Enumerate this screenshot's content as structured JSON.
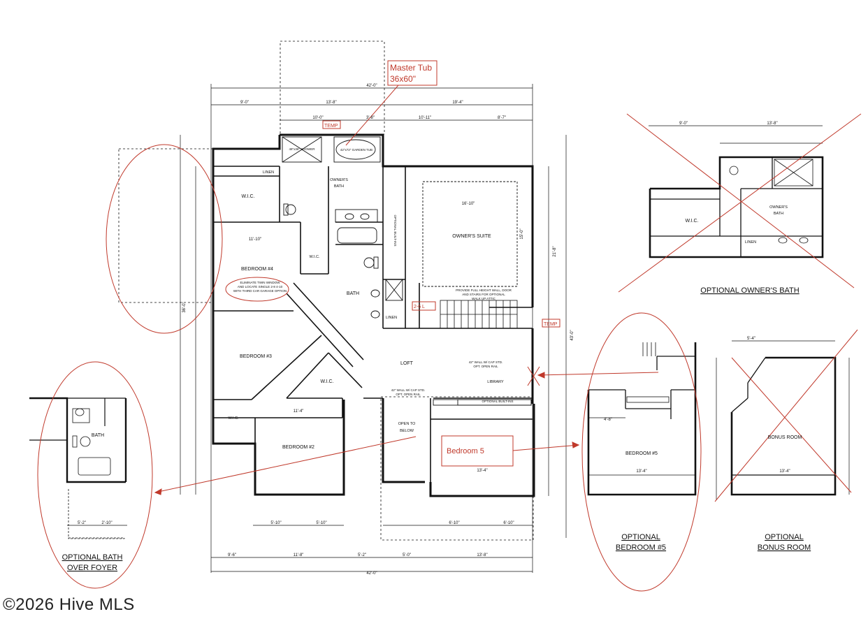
{
  "annotations": {
    "master_tub_line1": "Master Tub",
    "master_tub_line2": "36x60\"",
    "bedroom5_box": "Bedroom 5",
    "temp_a": "TEMP",
    "temp_b": "TEMP",
    "label_26": "2-6 L"
  },
  "main_plan": {
    "rooms": {
      "owners_suite": "OWNER'S SUITE",
      "owners_bath_1": "OWNER'S",
      "owners_bath_2": "BATH",
      "wic_top": "W.I.C.",
      "wic_mid": "W.I.C.",
      "wic_angle": "W.I.C.",
      "wic_low": "W.I.C.",
      "linen_top": "LINEN",
      "linen_mid": "LINEN",
      "bedroom4": "BEDROOM #4",
      "bedroom3": "BEDROOM #3",
      "bedroom2": "BEDROOM #2",
      "bath": "BATH",
      "loft": "LOFT",
      "library": "LIBRARY",
      "open_to_1": "OPEN TO",
      "open_to_2": "BELOW"
    },
    "notes": {
      "window_note_1": "ELIMINATE TWIN WINDOW",
      "window_note_2": "AND LOCATE SINGLE 2-8 4-10",
      "window_note_3": "WITH THIRD CAR GARAGE OPTION",
      "attic_note_1": "PROVIDE FULL HEIGHT WALL, DOOR",
      "attic_note_2": "AND STAIRS FOR OPTIONAL",
      "attic_note_3": "WALK UP ATTIC",
      "rail_note_1": "42\" WALL W/ CAP STD.",
      "rail_note_2": "OPT. OPEN RAIL",
      "rail_note_3": "42\" WALL W/ CAP STD.",
      "rail_note_4": "OPT. OPEN RAIL",
      "shelves": "OPTIONAL BUILT-INS",
      "shelves_2": "OPTIONAL BUILT-INS",
      "shower": "48\"x36\" SHOWER",
      "garden_tub": "42\"x72\" GARDEN TUB"
    },
    "dims": {
      "top_overall": "42'-0\"",
      "top_left": "9'-0\"",
      "top_mid": "13'-8\"",
      "top_right": "19'-4\"",
      "top2_a": "10'-0\"",
      "top2_b": "3'-8\"",
      "top2_c": "10'-11\"",
      "top2_d": "8'-7\"",
      "bottom_overall": "42'-0\"",
      "bot_a": "9'-6\"",
      "bot_b": "11'-8\"",
      "bot_c": "5'-2\"",
      "bot_d": "5'-0\"",
      "bot_e": "13'-8\"",
      "right_a": "21'-8\"",
      "right_b": "43'-0\"",
      "left_total": "36'-0\"",
      "suite_w": "16'-10\"",
      "suite_h": "15'-0\"",
      "br4_w": "11'-10\"",
      "br3_w": "11'-4\"",
      "br2_a": "5'-10\"",
      "br2_b": "5'-10\"",
      "br5_w": "13'-4\"",
      "br5_a": "6'-10\"",
      "br5_b": "6'-10\""
    }
  },
  "optional_owners_bath": {
    "title": "OPTIONAL OWNER'S BATH",
    "wic": "W.I.C.",
    "bath_1": "OWNER'S",
    "bath_2": "BATH",
    "linen": "LINEN",
    "dim_top": "13'-8\"",
    "dim_left": "9'-0\""
  },
  "optional_bath_foyer": {
    "title_1": "OPTIONAL BATH",
    "title_2": "OVER FOYER",
    "bath": "BATH",
    "dim_a": "5'-2\"",
    "dim_b": "2'-10\""
  },
  "optional_bedroom5": {
    "title_1": "OPTIONAL",
    "title_2": "BEDROOM #5",
    "room": "BEDROOM #5",
    "dim_w": "13'-4\"",
    "dim_a": "4'-8\""
  },
  "optional_bonus": {
    "title_1": "OPTIONAL",
    "title_2": "BONUS ROOM",
    "room": "BONUS ROOM",
    "dim_w": "13'-4\"",
    "dim_top": "5'-4\""
  },
  "watermark": "©2026 Hive MLS",
  "colors": {
    "markup": "#c0392b",
    "line": "#111111"
  }
}
